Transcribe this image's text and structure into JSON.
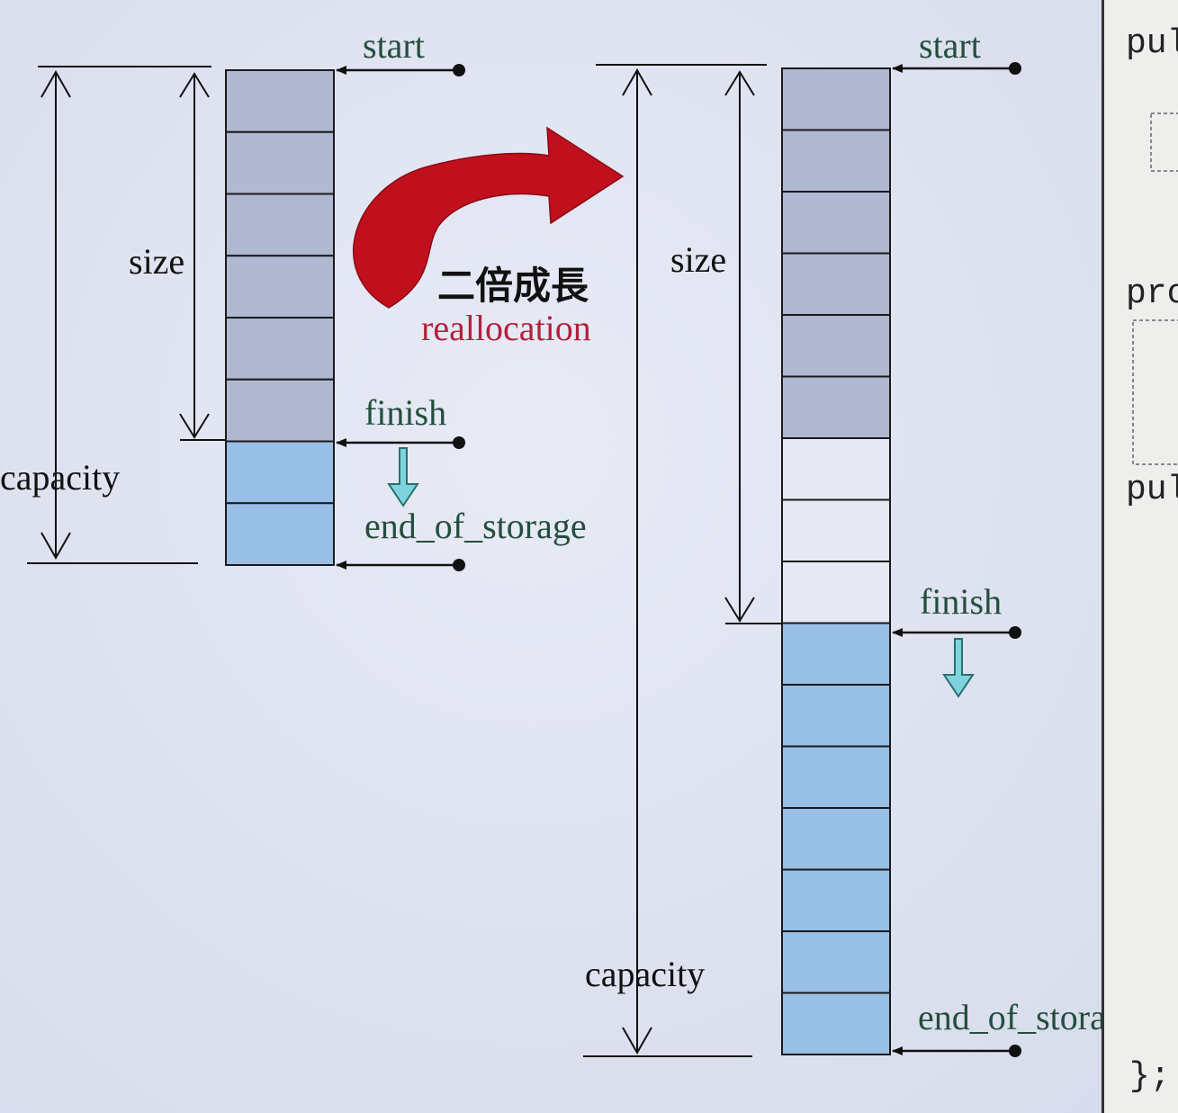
{
  "colors": {
    "filled_cell": "#b0b8d2",
    "spare_cell": "#98bfe6",
    "empty_cell": "#e6e9f4",
    "arrow_red": "#c0101e",
    "down_arrow": "#7fd3de",
    "reallocation_text": "#b3213b",
    "pointer_label": "#244e3c"
  },
  "before": {
    "labels": {
      "start": "start",
      "finish": "finish",
      "end_of_storage": "end_of_storage",
      "size": "size",
      "capacity": "capacity"
    },
    "size": 6,
    "capacity": 8
  },
  "transition": {
    "label": "二倍成長",
    "sublabel": "reallocation"
  },
  "after": {
    "labels": {
      "start": "start",
      "finish": "finish",
      "end_of_storage": "end_of_storage",
      "size": "size",
      "capacity": "capacity"
    },
    "size": 9,
    "filled": 6,
    "capacity": 16
  },
  "code_fragments": [
    "pul",
    "pro",
    "pul",
    "};"
  ]
}
